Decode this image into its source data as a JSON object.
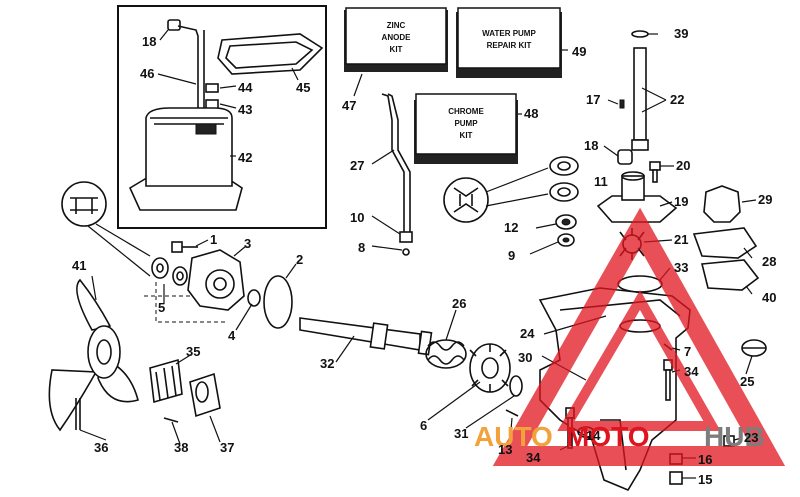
{
  "kits": {
    "zinc_anode": [
      "ZINC",
      "ANODE",
      "KIT"
    ],
    "water_pump": [
      "WATER PUMP",
      "REPAIR KIT"
    ],
    "chrome_pump": [
      "CHROME",
      "PUMP",
      "KIT"
    ]
  },
  "callouts": {
    "c1": "1",
    "c2": "2",
    "c3": "3",
    "c4": "4",
    "c5": "5",
    "c6": "6",
    "c7": "7",
    "c8": "8",
    "c9": "9",
    "c10": "10",
    "c11": "11",
    "c12": "12",
    "c13": "13",
    "c14": "14",
    "c15": "15",
    "c16": "16",
    "c17": "17",
    "c18a": "18",
    "c18b": "18",
    "c19": "19",
    "c20": "20",
    "c21": "21",
    "c22": "22",
    "c23": "23",
    "c24": "24",
    "c25": "25",
    "c26": "26",
    "c27": "27",
    "c28": "28",
    "c29": "29",
    "c30": "30",
    "c31": "31",
    "c32": "32",
    "c33": "33",
    "c34a": "34",
    "c34b": "34",
    "c35": "35",
    "c36": "36",
    "c37": "37",
    "c38": "38",
    "c39": "39",
    "c40": "40",
    "c41": "41",
    "c42": "42",
    "c43": "43",
    "c44": "44",
    "c45": "45",
    "c46": "46",
    "c47": "47",
    "c48": "48",
    "c49": "49"
  },
  "watermark": {
    "part1": "AUTO",
    "part2": "MOTO",
    "part3": "HUB",
    "color_red": "#e0141e",
    "color_orange": "#f2a23a",
    "color_gray": "#7d7d7d"
  }
}
